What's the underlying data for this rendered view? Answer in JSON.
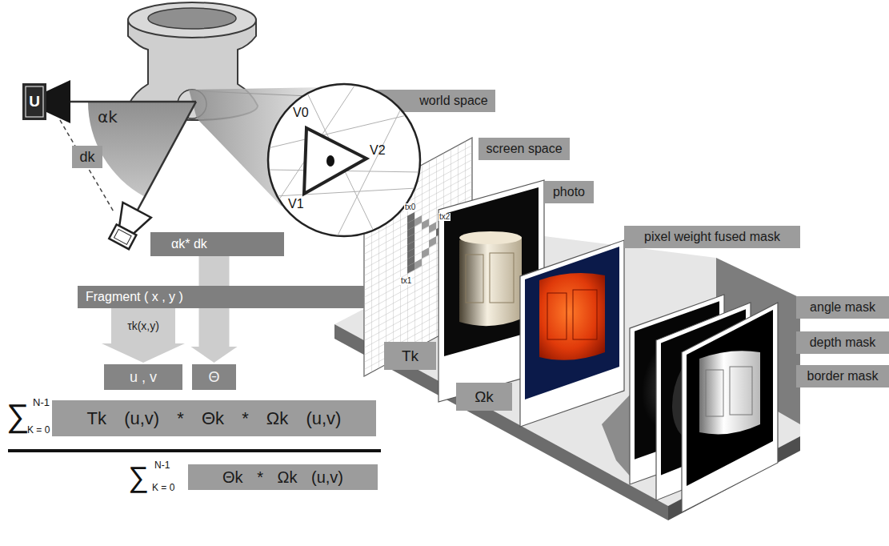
{
  "diagram": {
    "nodes": [
      {
        "text": [
          "U"
        ]
      },
      {
        "text": [
          "world space"
        ]
      },
      {
        "text": [
          "dk"
        ]
      },
      {
        "text": [
          "screen space"
        ]
      },
      {
        "text": [
          "photo"
        ]
      },
      {
        "text": [
          "pixel weight fused mask"
        ]
      },
      {
        "text": [
          "αk* dk"
        ]
      },
      {
        "text": [
          "Fragment ( x , y )"
        ]
      },
      {
        "text": [
          "u , v"
        ]
      },
      {
        "text": [
          "Θ"
        ]
      },
      {
        "text": [
          "Tk"
        ]
      },
      {
        "text": [
          "Ωk"
        ]
      },
      {
        "text": [
          "angle mask"
        ]
      },
      {
        "text": [
          "depth mask"
        ]
      },
      {
        "text": [
          "border mask"
        ]
      },
      {
        "text": [
          "Tk (u,v) * Θk * Ωk (u,v)"
        ]
      },
      {
        "text": [
          "Θk * Ωk (u,v)"
        ]
      }
    ],
    "edges": [
      {
        "from": 7,
        "to": 8,
        "label": "τk(x,y)",
        "arrow": "to"
      },
      {
        "from": 6,
        "to": 9,
        "arrow": "to"
      }
    ],
    "labels": [
      "αk",
      "V0",
      "V1",
      "V2",
      "tx0",
      "tx2",
      "tx1",
      "∑",
      "N-1",
      "K = 0",
      "∑",
      "N-1",
      "K = 0"
    ]
  }
}
